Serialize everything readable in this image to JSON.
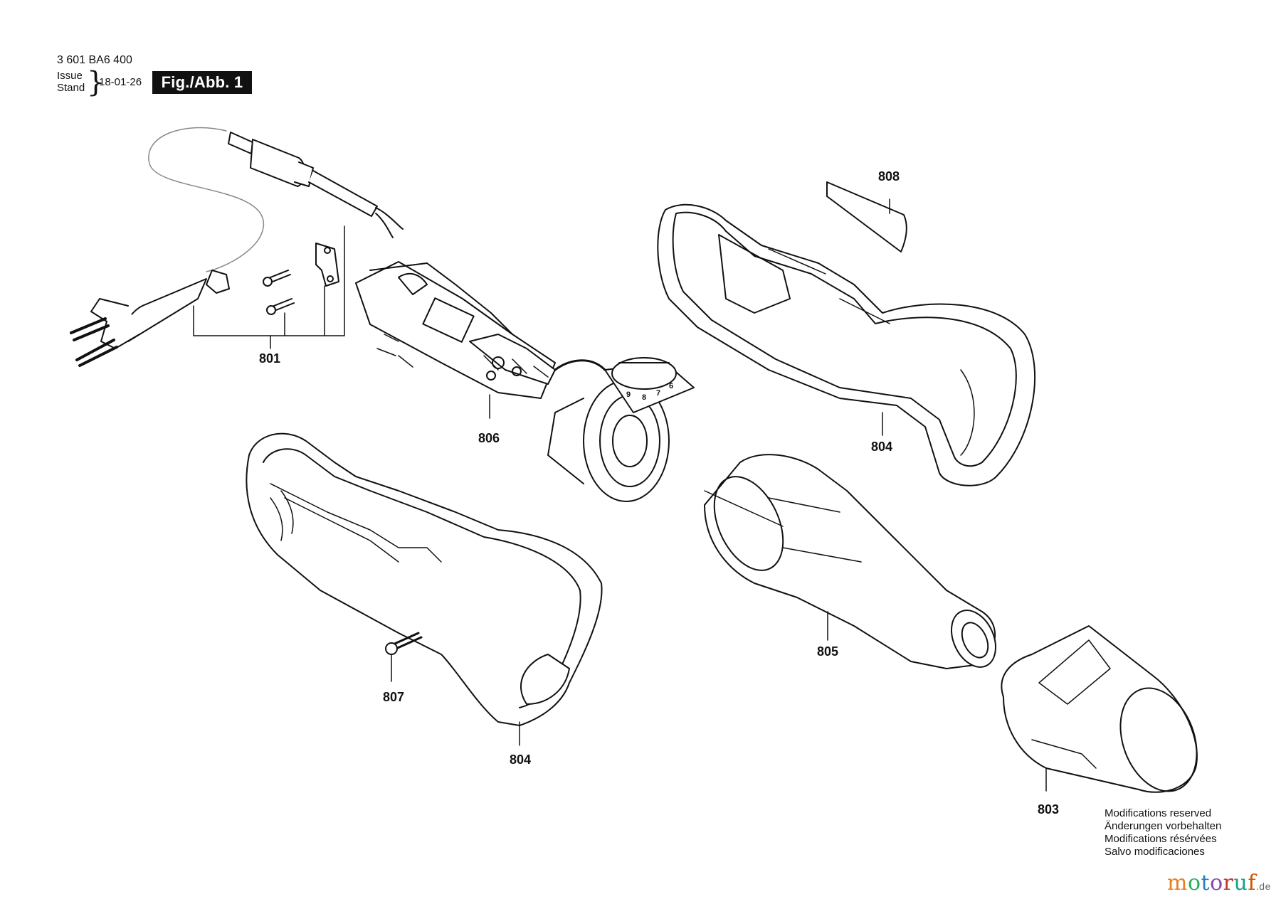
{
  "header": {
    "doc_number": "3 601 BA6 400",
    "issue_label": "Issue",
    "stand_label": "Stand",
    "date": "18-01-26",
    "figure": "Fig./Abb. 1"
  },
  "parts": [
    {
      "id": "801",
      "label": "801"
    },
    {
      "id": "803",
      "label": "803"
    },
    {
      "id": "804a",
      "label": "804"
    },
    {
      "id": "804b",
      "label": "804"
    },
    {
      "id": "805",
      "label": "805"
    },
    {
      "id": "806",
      "label": "806"
    },
    {
      "id": "807",
      "label": "807"
    },
    {
      "id": "808",
      "label": "808"
    }
  ],
  "dial_numbers": [
    "9",
    "8",
    "7",
    "6"
  ],
  "notes": [
    "Modifications reserved",
    "Änderungen vorbehalten",
    "Modifications résérvées",
    "Salvo modificaciones"
  ],
  "brand": {
    "colors": [
      "#e67e22",
      "#27ae60",
      "#2980b9",
      "#8e44ad",
      "#c0392b",
      "#16a085",
      "#d35400"
    ],
    "letters": [
      "m",
      "o",
      "t",
      "o",
      "r",
      "u",
      "f"
    ],
    "tld": ".de"
  }
}
